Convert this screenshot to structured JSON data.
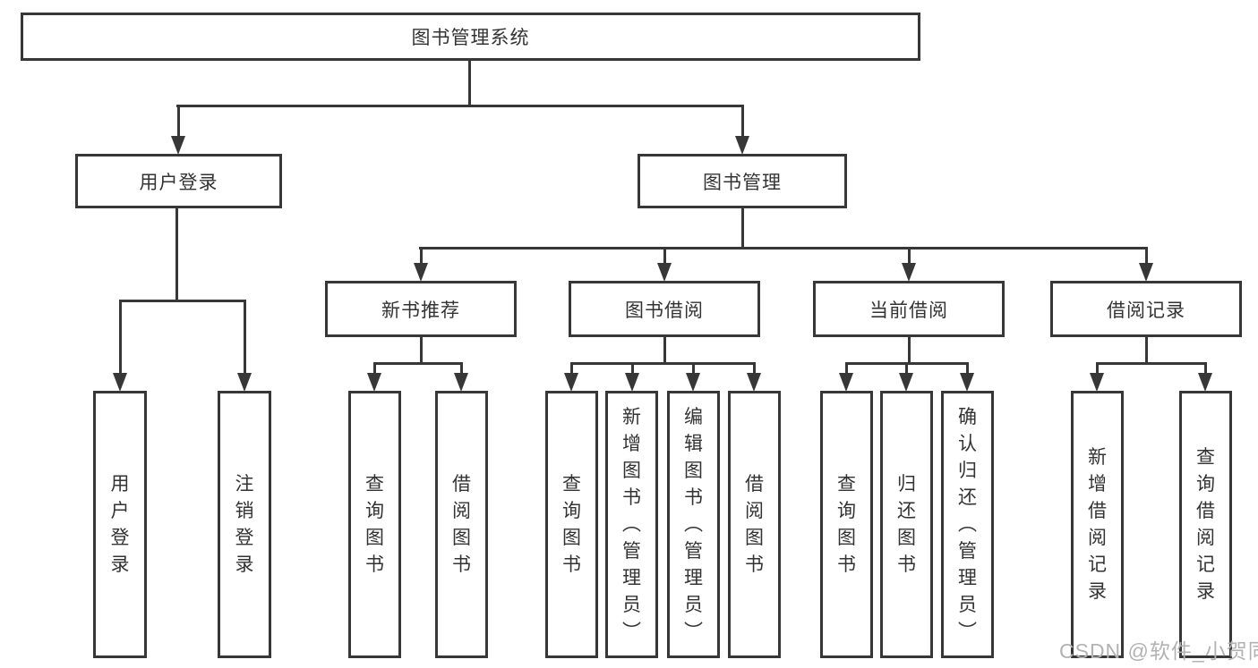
{
  "diagram": {
    "root": "图书管理系统",
    "level2": {
      "login": "用户登录",
      "management": "图书管理"
    },
    "login_children": [
      "用户登录",
      "注销登录"
    ],
    "groups": [
      {
        "label": "新书推荐",
        "children": [
          "查询图书",
          "借阅图书"
        ]
      },
      {
        "label": "图书借阅",
        "children": [
          "查询图书",
          "新增图书（管理员）",
          "编辑图书（管理员）",
          "借阅图书"
        ]
      },
      {
        "label": "当前借阅",
        "children": [
          "查询图书",
          "归还图书",
          "确认归还（管理员）"
        ]
      },
      {
        "label": "借阅记录",
        "children": [
          "新增借阅记录",
          "查询借阅记录"
        ]
      }
    ],
    "watermark": "CSDN @软件_小贺同学",
    "colors": {
      "line": "#373737",
      "text": "#333333",
      "watermark": "#b2b2b2",
      "background": "#ffffff"
    }
  }
}
